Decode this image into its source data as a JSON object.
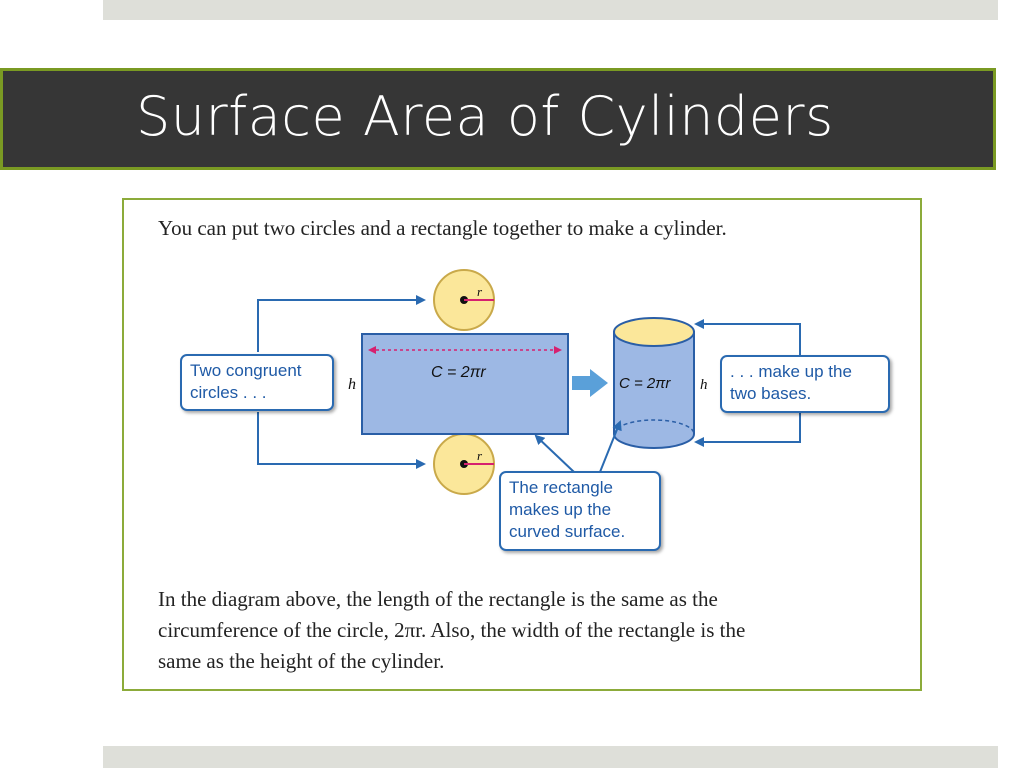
{
  "slide": {
    "title": "Surface Area of Cylinders",
    "colors": {
      "title_bg": "#363636",
      "title_border": "#7a9a23",
      "figure_border": "#8cab3a",
      "band": "#dedfd9"
    }
  },
  "figure": {
    "intro": "You can put two circles and a rectangle together to make a cylinder.",
    "callouts": {
      "circles": [
        "Two congruent",
        "circles . . ."
      ],
      "bases": [
        ". . . make up the",
        "two bases."
      ],
      "rectangle": [
        "The rectangle",
        "makes up the",
        "curved surface."
      ]
    },
    "labels": {
      "radius_top": "r",
      "radius_bottom": "r",
      "rect_height": "h",
      "rect_length": "C = 2πr",
      "cyl_circumference": "C = 2πr",
      "cyl_height": "h"
    },
    "paragraph": [
      "In the diagram above, the length of the rectangle is the same as the",
      "circumference of the circle, 2πr. Also, the width of the rectangle is the",
      "same as the height of the cylinder."
    ],
    "colors": {
      "arrow": "#2a6ab1",
      "rect_fill": "#9db8e4",
      "circle_fill": "#fbe79a",
      "radius": "#d6206f"
    }
  }
}
